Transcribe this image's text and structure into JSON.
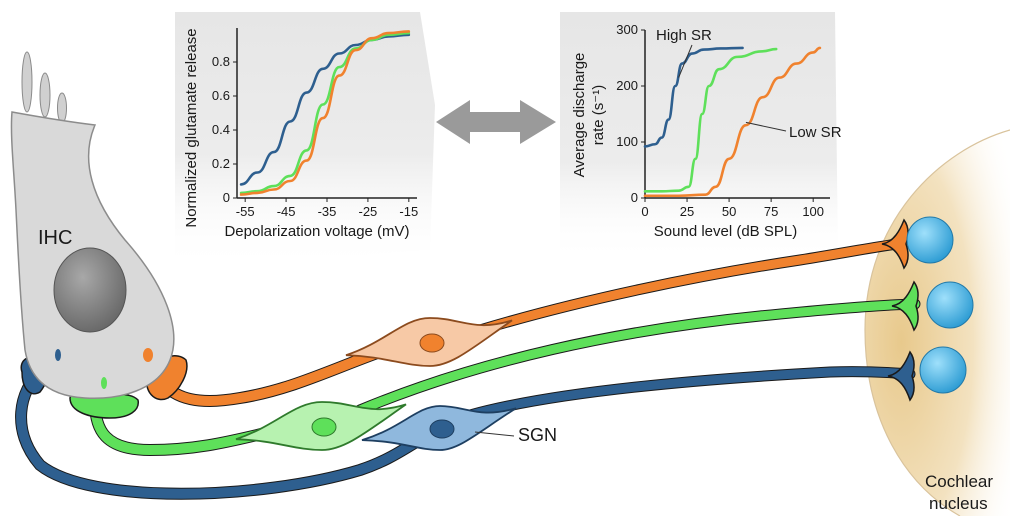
{
  "labels": {
    "ihc": "IHC",
    "sgn": "SGN",
    "target_line1": "Cochlear",
    "target_line2": "nucleus"
  },
  "colors": {
    "high_sr": "#2e5f8f",
    "mid_sr": "#5ee05a",
    "low_sr": "#f0822e",
    "ihc_body": "#d8d8d8",
    "nucleus_target": "#4cb4e4",
    "panel_bg": "#e6e6e6"
  },
  "chart_data": [
    {
      "type": "line",
      "xlabel": "Depolarization voltage (mV)",
      "ylabel": "Normalized glutamate release",
      "xlim": [
        -57,
        -13
      ],
      "ylim": [
        0,
        1.0
      ],
      "xticks": [
        "-55",
        "-45",
        "-35",
        "-25",
        "-15"
      ],
      "yticks": [
        "0",
        "0.2",
        "0.4",
        "0.6",
        "0.8"
      ],
      "series": [
        {
          "color_key": "high_sr",
          "points": [
            [
              -56,
              0.08
            ],
            [
              -52,
              0.15
            ],
            [
              -48,
              0.27
            ],
            [
              -44,
              0.45
            ],
            [
              -40,
              0.62
            ],
            [
              -36,
              0.76
            ],
            [
              -32,
              0.85
            ],
            [
              -28,
              0.9
            ],
            [
              -24,
              0.93
            ],
            [
              -20,
              0.95
            ],
            [
              -15,
              0.96
            ]
          ]
        },
        {
          "color_key": "mid_sr",
          "points": [
            [
              -56,
              0.03
            ],
            [
              -52,
              0.04
            ],
            [
              -48,
              0.07
            ],
            [
              -44,
              0.13
            ],
            [
              -40,
              0.28
            ],
            [
              -36,
              0.55
            ],
            [
              -32,
              0.77
            ],
            [
              -28,
              0.88
            ],
            [
              -24,
              0.93
            ],
            [
              -20,
              0.96
            ],
            [
              -15,
              0.97
            ]
          ]
        },
        {
          "color_key": "low_sr",
          "points": [
            [
              -56,
              0.02
            ],
            [
              -52,
              0.03
            ],
            [
              -48,
              0.05
            ],
            [
              -44,
              0.1
            ],
            [
              -40,
              0.22
            ],
            [
              -36,
              0.47
            ],
            [
              -32,
              0.72
            ],
            [
              -28,
              0.87
            ],
            [
              -24,
              0.94
            ],
            [
              -20,
              0.97
            ],
            [
              -15,
              0.98
            ]
          ]
        }
      ]
    },
    {
      "type": "line",
      "xlabel": "Sound level (dB SPL)",
      "ylabel": "Average discharge rate (s⁻¹)",
      "xlim": [
        0,
        110
      ],
      "ylim": [
        0,
        300
      ],
      "xticks": [
        "0",
        "25",
        "50",
        "75",
        "100"
      ],
      "yticks": [
        "0",
        "100",
        "200",
        "300"
      ],
      "series": [
        {
          "name": "High SR",
          "color_key": "high_sr",
          "points": [
            [
              0,
              92
            ],
            [
              6,
              96
            ],
            [
              10,
              108
            ],
            [
              14,
              140
            ],
            [
              18,
              200
            ],
            [
              22,
              240
            ],
            [
              28,
              258
            ],
            [
              35,
              265
            ],
            [
              45,
              267
            ],
            [
              58,
              268
            ]
          ]
        },
        {
          "name": "",
          "color_key": "mid_sr",
          "points": [
            [
              0,
              12
            ],
            [
              10,
              12
            ],
            [
              20,
              13
            ],
            [
              26,
              20
            ],
            [
              30,
              70
            ],
            [
              34,
              150
            ],
            [
              38,
              200
            ],
            [
              44,
              230
            ],
            [
              55,
              252
            ],
            [
              70,
              262
            ],
            [
              78,
              266
            ]
          ]
        },
        {
          "name": "Low SR",
          "color_key": "low_sr",
          "points": [
            [
              0,
              4
            ],
            [
              20,
              4
            ],
            [
              36,
              6
            ],
            [
              42,
              20
            ],
            [
              50,
              70
            ],
            [
              60,
              130
            ],
            [
              70,
              180
            ],
            [
              80,
              215
            ],
            [
              90,
              240
            ],
            [
              100,
              260
            ],
            [
              104,
              268
            ]
          ]
        }
      ]
    }
  ]
}
